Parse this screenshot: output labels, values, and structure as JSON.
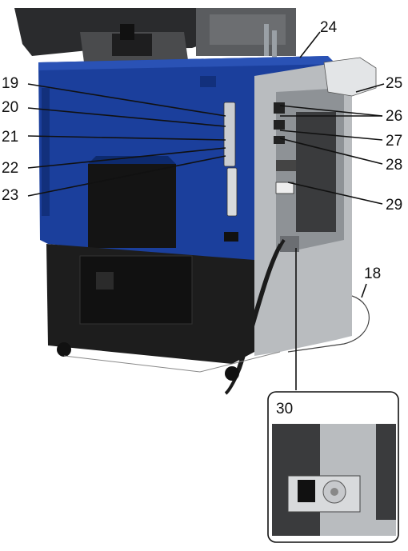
{
  "figure": {
    "callouts": [
      {
        "id": "c18",
        "label": "18"
      },
      {
        "id": "c19",
        "label": "19"
      },
      {
        "id": "c20",
        "label": "20"
      },
      {
        "id": "c21",
        "label": "21"
      },
      {
        "id": "c22",
        "label": "22"
      },
      {
        "id": "c23",
        "label": "23"
      },
      {
        "id": "c24",
        "label": "24"
      },
      {
        "id": "c25",
        "label": "25"
      },
      {
        "id": "c26",
        "label": "26"
      },
      {
        "id": "c27",
        "label": "27"
      },
      {
        "id": "c28",
        "label": "28"
      },
      {
        "id": "c29",
        "label": "29"
      },
      {
        "id": "c30",
        "label": "30"
      }
    ],
    "colors": {
      "blue_panel": "#1b3f9c",
      "blue_dark": "#12307c",
      "grey_body": "#b9bcbf",
      "grey_dark": "#8e9296",
      "black_base": "#1d1d1d",
      "dark_top": "#3a3b3d",
      "outline": "#111111"
    }
  }
}
